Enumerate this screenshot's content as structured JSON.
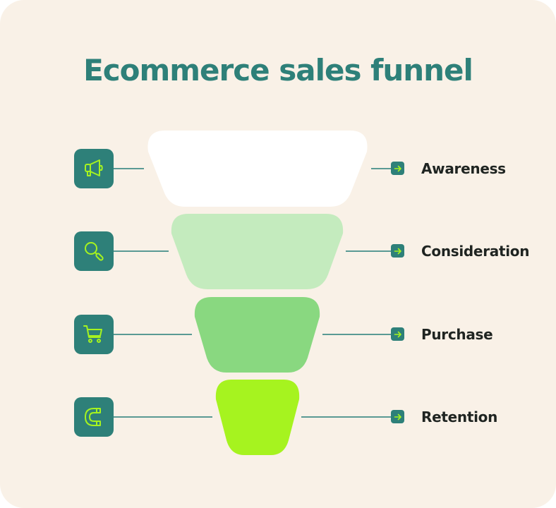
{
  "title": "Ecommerce sales funnel",
  "colors": {
    "background": "#f9f1e7",
    "accent_teal": "#2e8079",
    "icon_stroke": "#a6f31f",
    "label_text": "#1f2421",
    "connector": "#5a9a94"
  },
  "stages": [
    {
      "label": "Awareness",
      "icon": "megaphone-icon",
      "segment_color": "#ffffff"
    },
    {
      "label": "Consideration",
      "icon": "magnifying-glass-icon",
      "segment_color": "#c4ebbe"
    },
    {
      "label": "Purchase",
      "icon": "shopping-cart-icon",
      "segment_color": "#89d880"
    },
    {
      "label": "Retention",
      "icon": "magnet-icon",
      "segment_color": "#a6f31f"
    }
  ],
  "connector_icon": "arrow-right-icon"
}
